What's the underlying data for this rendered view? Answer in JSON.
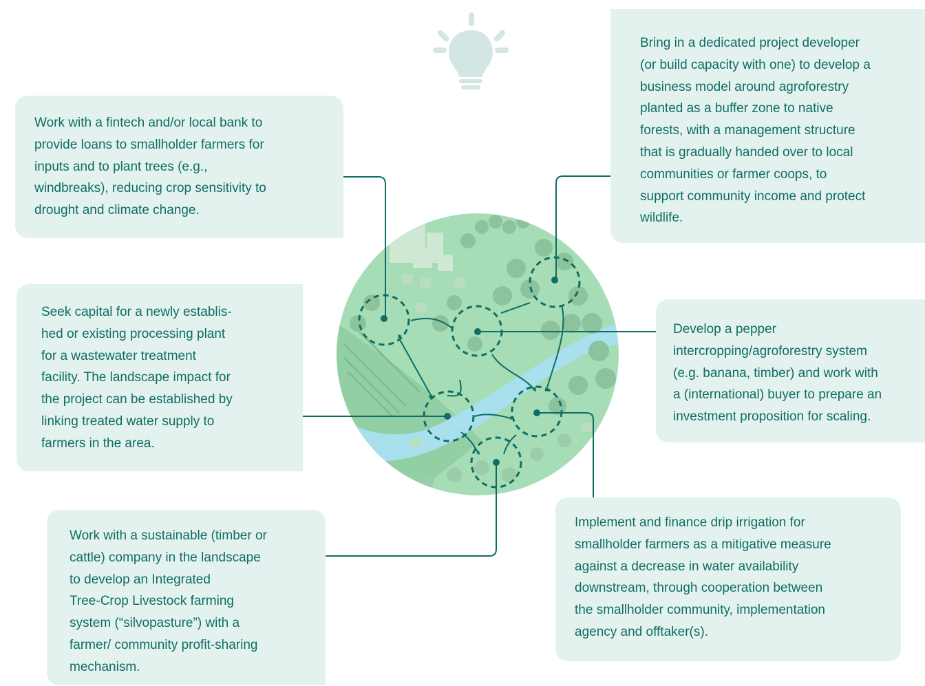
{
  "callouts": {
    "top_left": "Work with a fintech and/or local bank to\nprovide loans to smallholder farmers for\ninputs and to plant trees (e.g.,\nwindbreaks), reducing crop sensitivity to\ndrought and climate change.",
    "top_right": "Bring in a dedicated project developer\n(or build capacity with one) to develop a\nbusiness model around agroforestry\nplanted as a buffer zone to native\nforests, with a management structure\nthat is gradually handed over to local\ncommunities or farmer coops, to\nsupport community income and protect\nwildlife.",
    "middle_left": "Seek capital for a newly establis-\nhed or existing processing plant\nfor a wastewater treatment\nfacility. The landscape impact for\nthe project can be established by\nlinking treated water supply to\nfarmers in the area.",
    "middle_right": "Develop a pepper\nintercropping/agroforestry system\n(e.g. banana, timber) and work with\na (international) buyer to prepare an\ninvestment proposition for scaling.",
    "bottom_left": "Work with a sustainable (timber or\ncattle) company in the landscape\nto develop an Integrated\nTree-Crop Livestock farming\nsystem (“silvopasture”) with a\nfarmer/ community profit-sharing\nmechanism.",
    "bottom_right": "Implement and finance drip irrigation for\nsmallholder farmers as a mitigative measure\nagainst a decrease in water availability\ndownstream, through cooperation between\nthe smallholder community, implementation\nagency and offtaker(s)."
  },
  "icons": {
    "idea": "lightbulb-icon",
    "landscape": "landscape-globe-illustration"
  },
  "colors": {
    "box_fill": "#e3f2ef",
    "text": "#0e6d64",
    "connector": "#0e6d64",
    "globe_green": "#a6dcb6",
    "water": "#a8e0ee",
    "bulb": "#d3e6e4"
  }
}
